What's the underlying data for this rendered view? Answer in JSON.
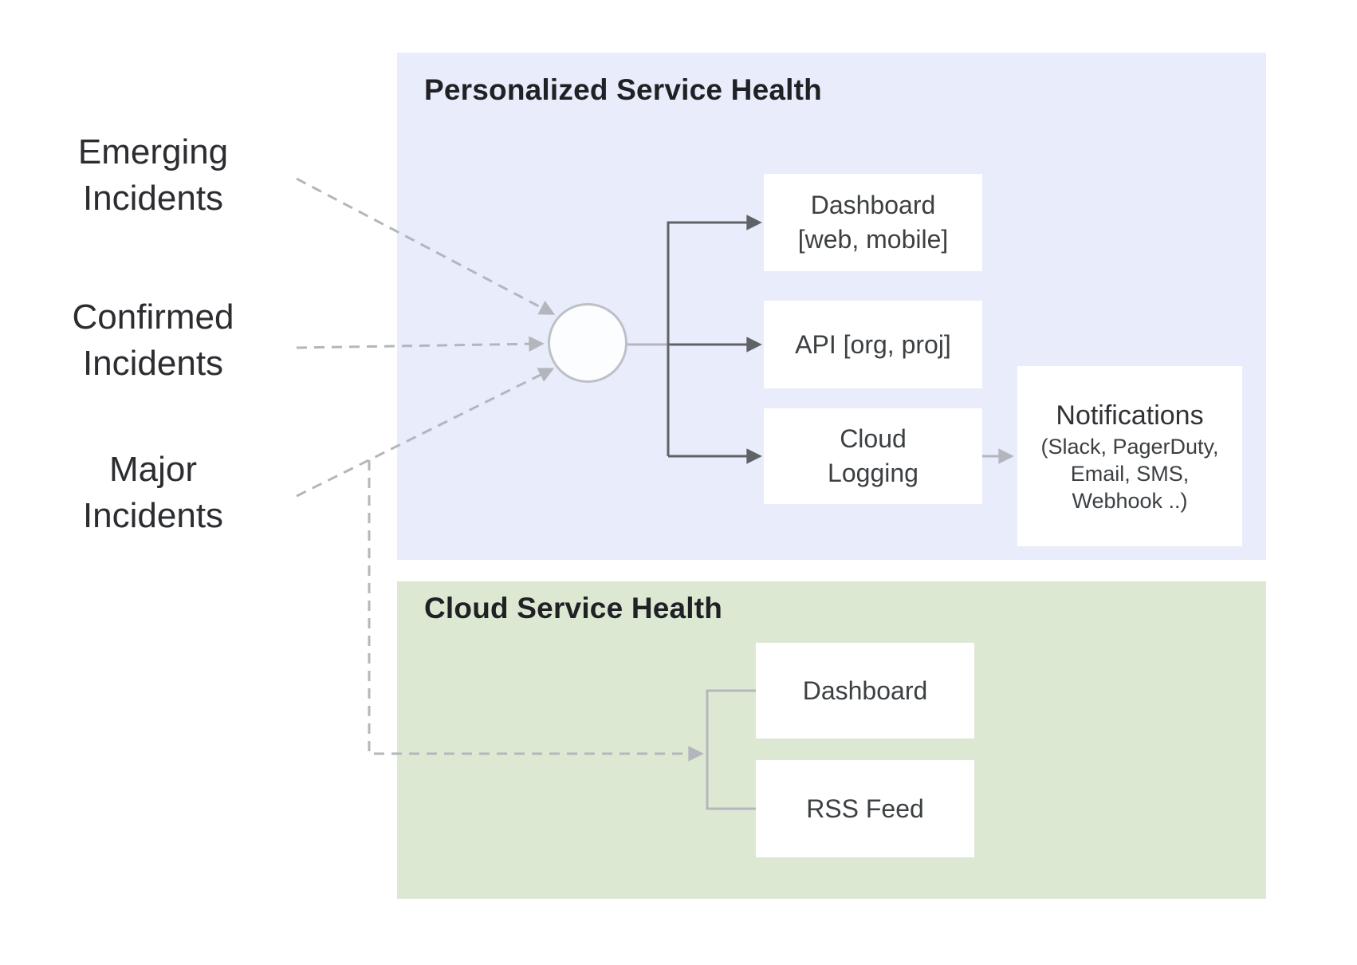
{
  "colors": {
    "panel_blue": "#e8ecfb",
    "panel_green": "#dde8d3",
    "box_bg": "#ffffff",
    "box_text": "#3c4043",
    "title_text": "#202124",
    "label_text": "#2b2d31",
    "line_dark": "#5f6368",
    "line_light": "#b3b7bd",
    "circle_stroke": "#bdc1c6",
    "circle_fill": "#fcfdfe"
  },
  "sources": [
    {
      "lines": [
        "Emerging",
        "Incidents"
      ]
    },
    {
      "lines": [
        "Confirmed",
        "Incidents"
      ]
    },
    {
      "lines": [
        "Major",
        "Incidents"
      ]
    }
  ],
  "hub": {
    "icon": "hub-circle-node"
  },
  "personalized": {
    "title": "Personalized Service Health",
    "dashboard": {
      "lines": [
        "Dashboard",
        "[web, mobile]"
      ]
    },
    "api": {
      "label": "API [org, proj]"
    },
    "logging": {
      "lines": [
        "Cloud",
        "Logging"
      ]
    },
    "notifications": {
      "title": "Notifications",
      "lines": [
        "(Slack, PagerDuty,",
        "Email, SMS,",
        "Webhook ..)"
      ]
    }
  },
  "cloud": {
    "title": "Cloud Service Health",
    "dashboard": {
      "label": "Dashboard"
    },
    "rss": {
      "label": "RSS Feed"
    }
  }
}
